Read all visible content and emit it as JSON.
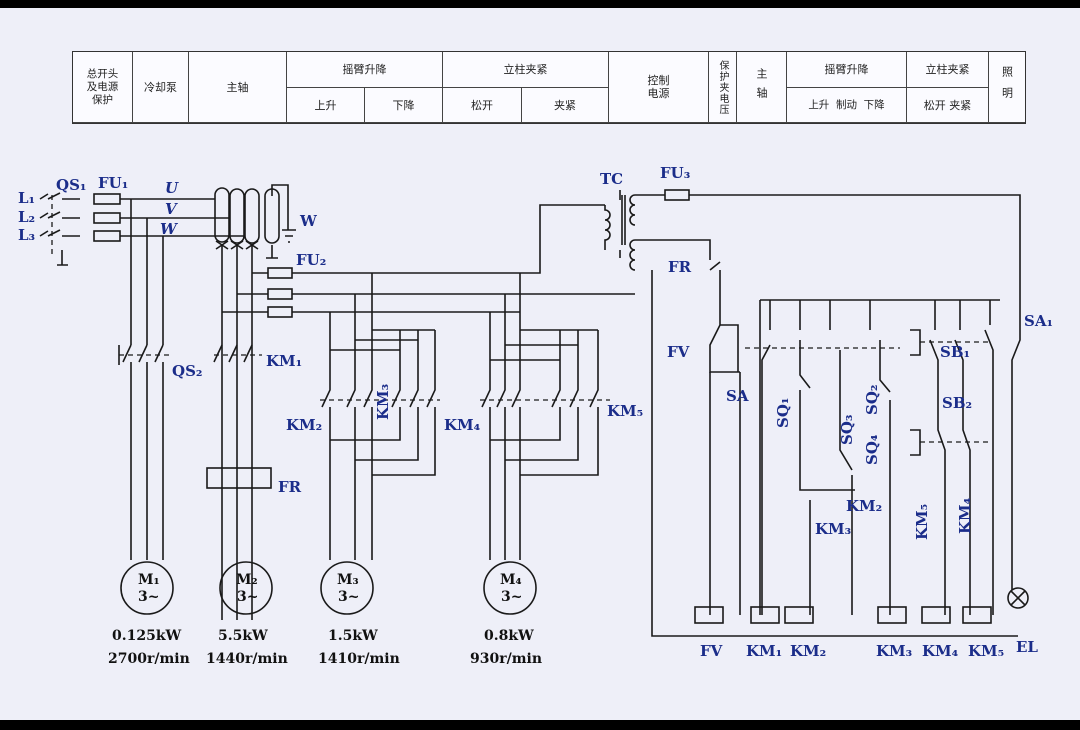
{
  "table": {
    "c0": "总开头\n及电源\n保护",
    "c1": "冷却泵",
    "c2": "主轴",
    "c3": "摇臂升降",
    "c3a": "上升",
    "c3b": "下降",
    "c4": "立柱夹紧",
    "c4a": "松开",
    "c4b": "夹紧",
    "c5": "控制\n电源",
    "c6": "保护夹电压",
    "c7": "主轴",
    "c8": "摇臂升降",
    "c8a": "上升  制动  下降",
    "c9": "立柱夹紧",
    "c9a": "松开 夹紧",
    "c10": "照明"
  },
  "labels": {
    "L1": "L₁",
    "L2": "L₂",
    "L3": "L₃",
    "QS1": "QS₁",
    "FU1": "FU₁",
    "U": "U",
    "V": "V",
    "W_bus": "W",
    "W_gnd": "W",
    "FU2": "FU₂",
    "QS2": "QS₂",
    "KM1": "KM₁",
    "FR": "FR",
    "KM2": "KM₂",
    "KM3": "KM₃",
    "KM4": "KM₄",
    "KM5": "KM₅",
    "TC": "TC",
    "FU3": "FU₃",
    "FR_ctrl": "FR",
    "FV": "FV",
    "SA": "SA",
    "SA1": "SA₁",
    "SB1": "SB₁",
    "SB2": "SB₂",
    "SQ1": "SQ₁",
    "SQ3": "SQ₃",
    "SQ2": "SQ₂",
    "SQ4": "SQ₄",
    "KM3c": "KM₃",
    "KM2c": "KM₂",
    "KM5c": "KM₅",
    "KM4c": "KM₄",
    "coil_FV": "FV",
    "coil_KM1": "KM₁",
    "coil_KM2": "KM₂",
    "coil_KM3": "KM₃",
    "coil_KM4": "KM₄",
    "coil_KM5": "KM₅",
    "EL": "EL"
  },
  "motors": [
    {
      "name": "M₁",
      "phase": "3~",
      "power": "0.125kW",
      "speed": "2700r/min"
    },
    {
      "name": "M₂",
      "phase": "3~",
      "power": "5.5kW",
      "speed": "1440r/min"
    },
    {
      "name": "M₃",
      "phase": "3~",
      "power": "1.5kW",
      "speed": "1410r/min"
    },
    {
      "name": "M₄",
      "phase": "3~",
      "power": "0.8kW",
      "speed": "930r/min"
    }
  ]
}
